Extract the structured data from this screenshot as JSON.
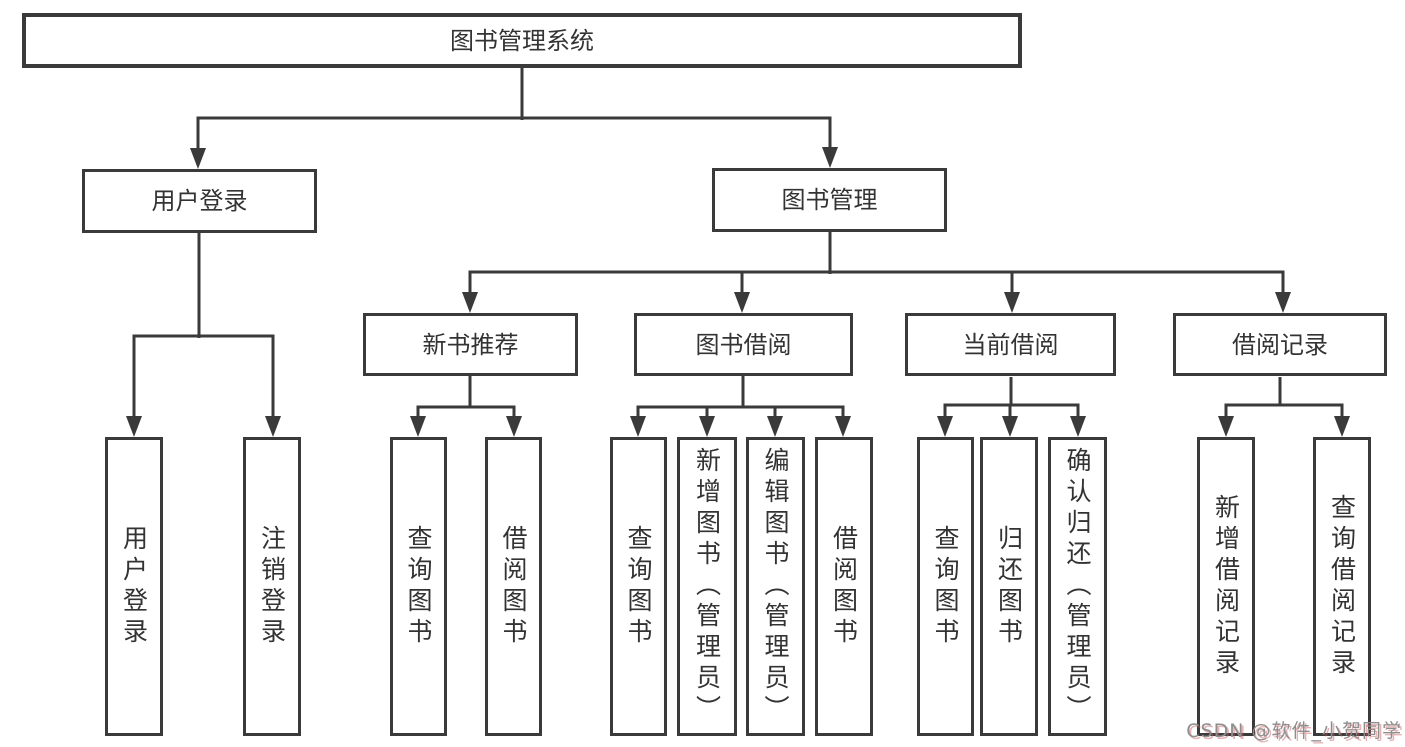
{
  "diagram_type": "tree-diagram",
  "colors": {
    "line": "#3a3a3a",
    "box_border": "#3a3a3a",
    "box_fill": "#ffffff",
    "text": "#333333",
    "watermark_gray": "#8e8e8e",
    "watermark_red_shadow": "#c9575a",
    "background": "#ffffff"
  },
  "nodes": {
    "root": {
      "label": "图书管理系统"
    },
    "user_login": {
      "label": "用户登录"
    },
    "book_mgmt": {
      "label": "图书管理"
    },
    "new_book_rec": {
      "label": "新书推荐"
    },
    "book_borrow": {
      "label": "图书借阅"
    },
    "current_borrow": {
      "label": "当前借阅"
    },
    "borrow_records": {
      "label": "借阅记录"
    },
    "login": {
      "label": "用户登录"
    },
    "logout": {
      "label": "注销登录"
    },
    "rec_query_book": {
      "label": "查询图书"
    },
    "rec_borrow_book": {
      "label": "借阅图书"
    },
    "bb_query_book": {
      "label": "查询图书"
    },
    "bb_add_book": {
      "label": "新增图书（管理员）"
    },
    "bb_edit_book": {
      "label": "编辑图书（管理员）"
    },
    "bb_borrow_book": {
      "label": "借阅图书"
    },
    "cb_query_book": {
      "label": "查询图书"
    },
    "cb_return_book": {
      "label": "归还图书"
    },
    "cb_confirm_return": {
      "label": "确认归还（管理员）"
    },
    "br_add_record": {
      "label": "新增借阅记录"
    },
    "br_query_record": {
      "label": "查询借阅记录"
    }
  },
  "hierarchy": [
    {
      "parent": "图书管理系统",
      "children": [
        "用户登录",
        "图书管理"
      ]
    },
    {
      "parent": "用户登录",
      "children": [
        "用户登录",
        "注销登录"
      ]
    },
    {
      "parent": "图书管理",
      "children": [
        "新书推荐",
        "图书借阅",
        "当前借阅",
        "借阅记录"
      ]
    },
    {
      "parent": "新书推荐",
      "children": [
        "查询图书",
        "借阅图书"
      ]
    },
    {
      "parent": "图书借阅",
      "children": [
        "查询图书",
        "新增图书（管理员）",
        "编辑图书（管理员）",
        "借阅图书"
      ]
    },
    {
      "parent": "当前借阅",
      "children": [
        "查询图书",
        "归还图书",
        "确认归还（管理员）"
      ]
    },
    {
      "parent": "借阅记录",
      "children": [
        "新增借阅记录",
        "查询借阅记录"
      ]
    }
  ],
  "watermark": {
    "text": "CSDN @软件_小贺同学"
  }
}
